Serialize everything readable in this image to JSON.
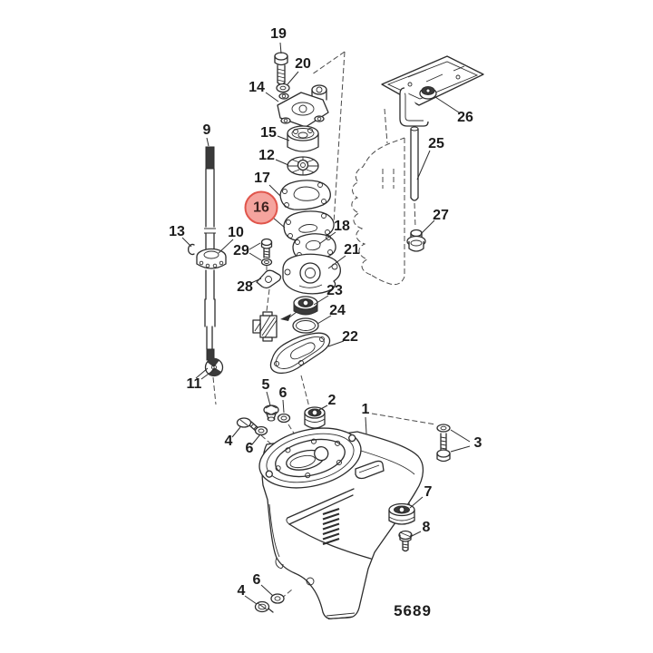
{
  "diagram": {
    "part_number": "5689"
  },
  "theme": {
    "background": "#ffffff",
    "ink": "#2d2d2d",
    "highlight_fill": "#f5a49e",
    "highlight_border": "#e0554b"
  },
  "callouts": [
    {
      "id": "19",
      "label": "19",
      "highlighted": false
    },
    {
      "id": "20",
      "label": "20",
      "highlighted": false
    },
    {
      "id": "14",
      "label": "14",
      "highlighted": false
    },
    {
      "id": "26",
      "label": "26",
      "highlighted": false
    },
    {
      "id": "9",
      "label": "9",
      "highlighted": false
    },
    {
      "id": "15",
      "label": "15",
      "highlighted": false
    },
    {
      "id": "25",
      "label": "25",
      "highlighted": false
    },
    {
      "id": "12",
      "label": "12",
      "highlighted": false
    },
    {
      "id": "17",
      "label": "17",
      "highlighted": false
    },
    {
      "id": "16",
      "label": "16",
      "highlighted": true
    },
    {
      "id": "27",
      "label": "27",
      "highlighted": false
    },
    {
      "id": "18",
      "label": "18",
      "highlighted": false
    },
    {
      "id": "13",
      "label": "13",
      "highlighted": false
    },
    {
      "id": "10",
      "label": "10",
      "highlighted": false
    },
    {
      "id": "29",
      "label": "29",
      "highlighted": false
    },
    {
      "id": "21",
      "label": "21",
      "highlighted": false
    },
    {
      "id": "28",
      "label": "28",
      "highlighted": false
    },
    {
      "id": "23",
      "label": "23",
      "highlighted": false
    },
    {
      "id": "24",
      "label": "24",
      "highlighted": false
    },
    {
      "id": "22",
      "label": "22",
      "highlighted": false
    },
    {
      "id": "11",
      "label": "11",
      "highlighted": false
    },
    {
      "id": "5",
      "label": "5",
      "highlighted": false
    },
    {
      "id": "6-upper",
      "label": "6",
      "highlighted": false
    },
    {
      "id": "2",
      "label": "2",
      "highlighted": false
    },
    {
      "id": "1",
      "label": "1",
      "highlighted": false
    },
    {
      "id": "4-left",
      "label": "4",
      "highlighted": false
    },
    {
      "id": "6-left",
      "label": "6",
      "highlighted": false
    },
    {
      "id": "3",
      "label": "3",
      "highlighted": false
    },
    {
      "id": "7",
      "label": "7",
      "highlighted": false
    },
    {
      "id": "8",
      "label": "8",
      "highlighted": false
    },
    {
      "id": "6-lower",
      "label": "6",
      "highlighted": false
    },
    {
      "id": "4-lower",
      "label": "4",
      "highlighted": false
    }
  ]
}
